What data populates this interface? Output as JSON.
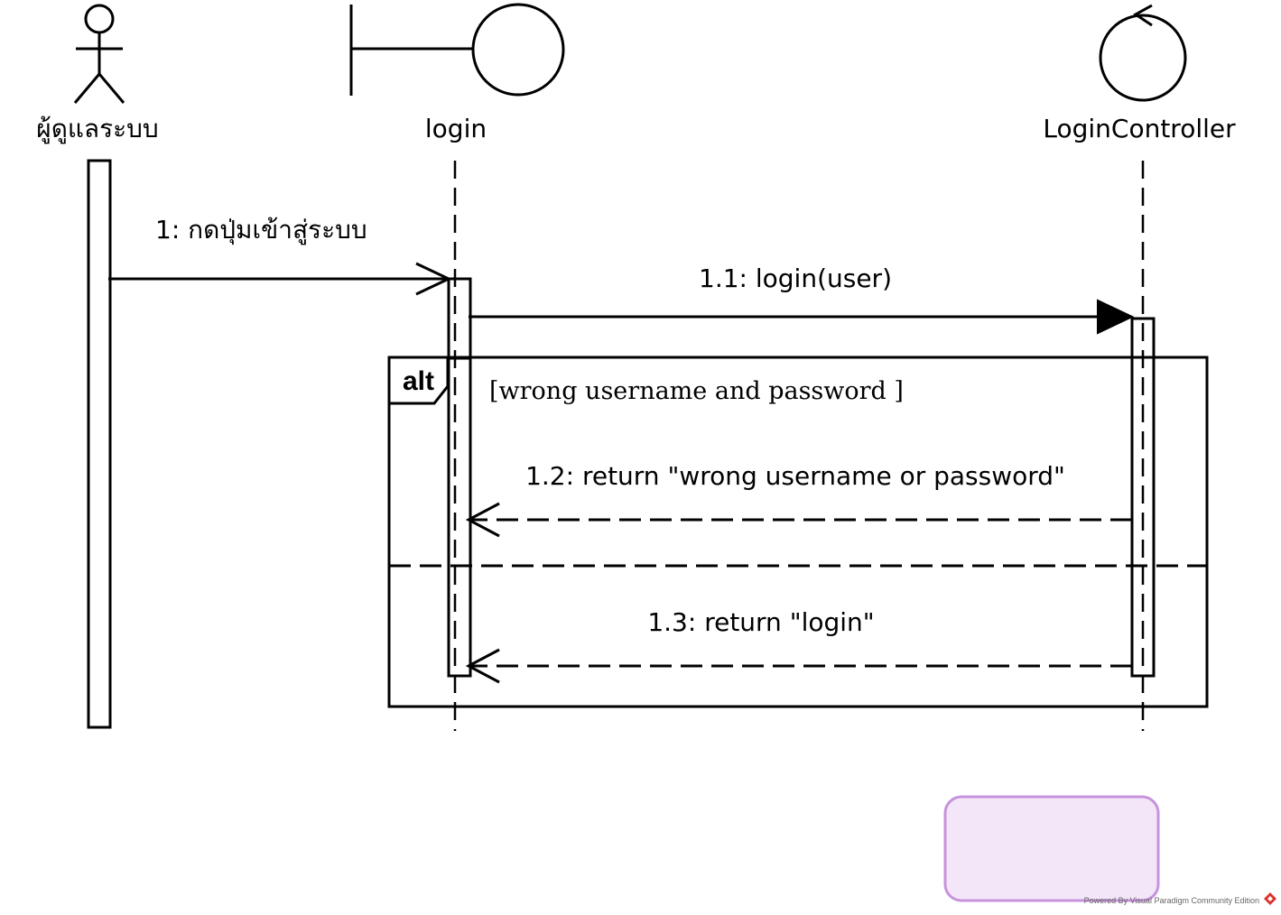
{
  "participants": {
    "actor": "ผู้ดูแลระบบ",
    "boundary": "login",
    "controller": "LoginController"
  },
  "messages": {
    "m1": "1: กดปุ่มเข้าสู่ระบบ",
    "m1_1": "1.1: login(user)",
    "m1_2": "1.2: return \"wrong username or password\"",
    "m1_3": "1.3: return \"login\""
  },
  "fragment": {
    "operator": "alt",
    "guard": "[wrong username and password ]"
  },
  "note": {
    "fill": "#f3e6f8",
    "stroke": "#c793dc"
  },
  "footer": {
    "credit": "Powered By Visual Paradigm Community Edition"
  }
}
